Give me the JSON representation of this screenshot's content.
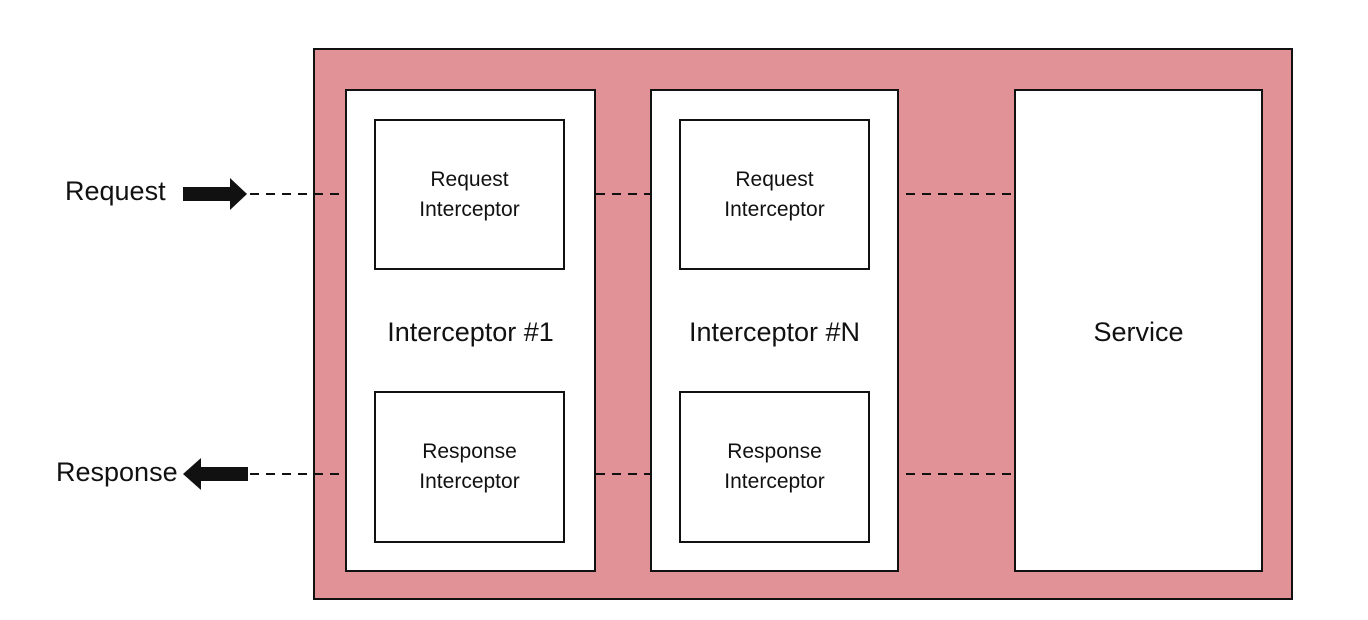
{
  "external": {
    "request_label": "Request",
    "response_label": "Response"
  },
  "interceptors": [
    {
      "title": "Interceptor #1",
      "request_box": "Request\nInterceptor",
      "response_box": "Response\nInterceptor"
    },
    {
      "title": "Interceptor #N",
      "request_box": "Request\nInterceptor",
      "response_box": "Response\nInterceptor"
    }
  ],
  "service": {
    "title": "Service"
  },
  "colors": {
    "container_fill": "#e19297",
    "box_fill": "#ffffff",
    "stroke": "#111111"
  },
  "icons": {
    "request_arrow": "arrow-right-icon",
    "response_arrow": "arrow-left-icon"
  }
}
